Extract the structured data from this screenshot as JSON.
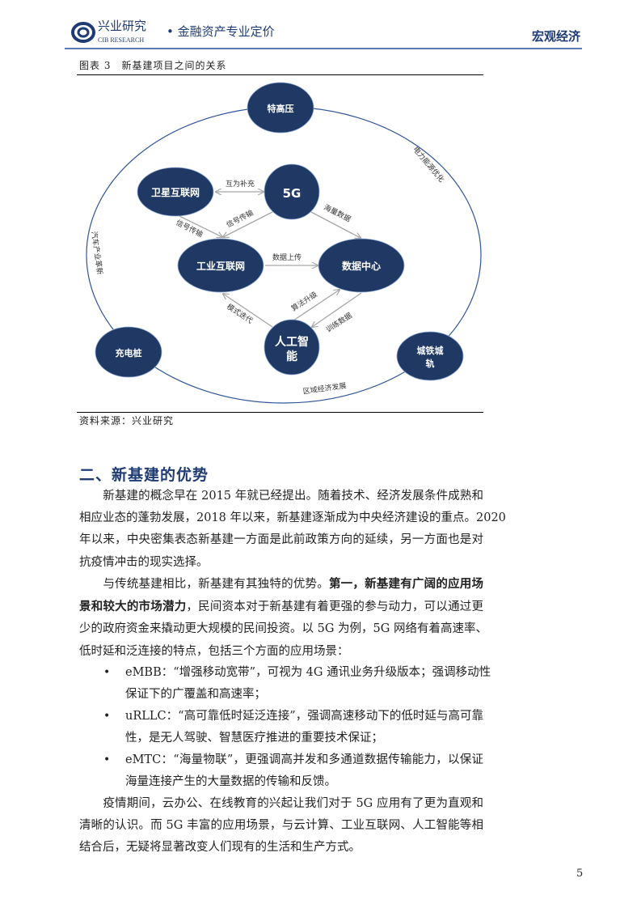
{
  "header": {
    "logo_cn": "兴业研究",
    "logo_en": "CIB RESEARCH",
    "tagline": "• 金融资产专业定价",
    "section": "宏观经济"
  },
  "figure": {
    "title": "图表 3　新基建项目之间的关系",
    "source": "资料来源：兴业研究",
    "node_color": "#1f3864",
    "nodes": {
      "uhv": "特高压",
      "satellite": "卫星互联网",
      "fiveg": "5G",
      "industrial": "工业互联网",
      "datacenter": "数据中心",
      "ai_line1": "人工智",
      "ai_line2": "能",
      "charging": "充电桩",
      "rail_line1": "城铁城",
      "rail_line2": "轨"
    },
    "edges": {
      "complement": "互为补充",
      "signal1": "信号传输",
      "signal2": "信号传输",
      "massive": "海量数据",
      "upload": "数据上传",
      "iterate": "模式迭代",
      "algorithm": "算法升级",
      "training": "训练数据"
    },
    "ring": {
      "power": "电力能源优化",
      "auto": "汽车产业革新",
      "regional": "区域经济发展"
    }
  },
  "section": {
    "heading": "二、新基建的优势",
    "p1": [
      "　　新基建的概念早在 2015 年就已经提出。随着技术、经济发展条件成熟和",
      "相应业态的蓬勃发展，2018 年以来，新基建逐渐成为中央经济建设的重点。2020",
      "年以来，中央密集表态新基建一方面是此前政策方向的延续，另一方面也是对",
      "抗疫情冲击的现实选择。"
    ],
    "p2_l1_plain": "　　与传统基建相比，新基建有其独特的优势。",
    "p2_l1_bold": "第一，新基建有广阔的应用场",
    "p2_l2_bold": "景和较大的市场潜力",
    "p2_l2_plain": "，民间资本对于新基建有着更强的参与动力，可以通过更",
    "p2_rest": [
      "少的政府资金来撬动更大规模的民间投资。以 5G 为例，5G 网络有着高速率、",
      "低时延和泛连接的特点，包括三个方面的应用场景："
    ],
    "bullets": [
      {
        "lines": [
          "eMBB：“增强移动宽带”，可视为 4G 通讯业务升级版本；强调移动性",
          "保证下的广覆盖和高速率；"
        ]
      },
      {
        "lines": [
          "uRLLC：“高可靠低时延泛连接”，强调高速移动下的低时延与高可靠",
          "性，是无人驾驶、智慧医疗推进的重要技术保证；"
        ]
      },
      {
        "lines": [
          "eMTC：“海量物联”，更强调高并发和多通道数据传输能力，以保证",
          "海量连接产生的大量数据的传输和反馈。"
        ]
      }
    ],
    "p3": [
      "　　疫情期间，云办公、在线教育的兴起让我们对于 5G 应用有了更为直观和",
      "清晰的认识。而 5G 丰富的应用场景，与云计算、工业互联网、人工智能等相",
      "结合后，无疑将显著改变人们现有的生活和生产方式。"
    ]
  },
  "page_number": "5"
}
